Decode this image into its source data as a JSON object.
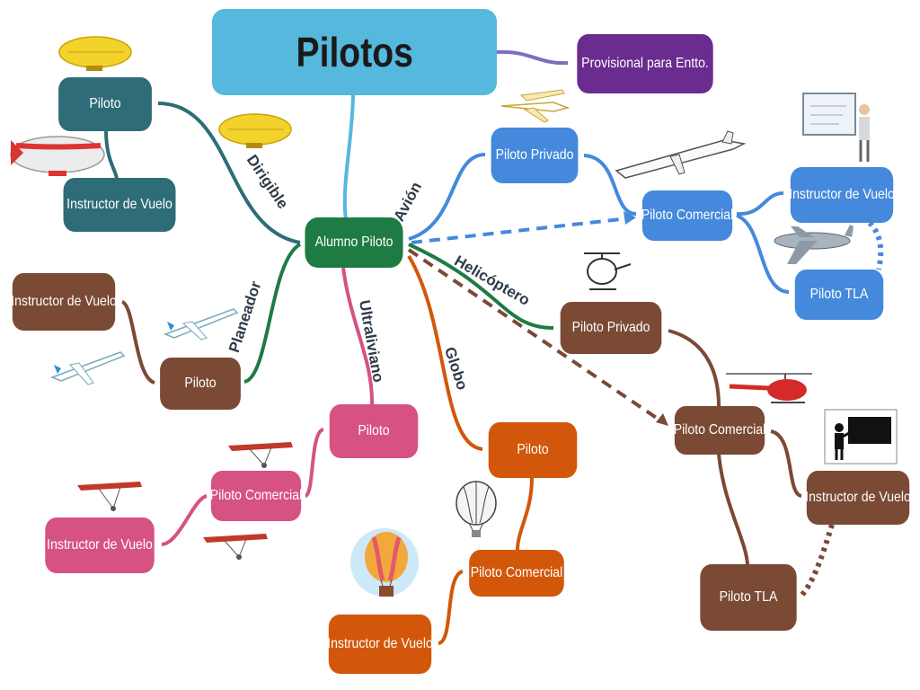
{
  "title": "Pilotos",
  "provisional": "Provisional para Entto.",
  "center": "Alumno Piloto",
  "branches": {
    "dirigible": "Dirigible",
    "avion": "Avión",
    "planeador": "Planeador",
    "ultraliviano": "Ultraliviano",
    "globo": "Globo",
    "helicoptero": "Helicóptero"
  },
  "dirigible": {
    "piloto": "Piloto",
    "instructor": "Instructor de Vuelo"
  },
  "planeador": {
    "instructor": "Instructor de Vuelo",
    "piloto": "Piloto"
  },
  "ultraliviano": {
    "piloto": "Piloto",
    "comercial": "Piloto Comercial",
    "instructor": "Instructor de Vuelo"
  },
  "globo": {
    "piloto": "Piloto",
    "comercial": "Piloto Comercial",
    "instructor": "Instructor de Vuelo"
  },
  "avion": {
    "privado": "Piloto Privado",
    "comercial": "Piloto Comercial",
    "instructor": "Instructor de Vuelo",
    "tla": "Piloto TLA"
  },
  "helicoptero": {
    "privado": "Piloto Privado",
    "comercial": "Piloto Comercial",
    "instructor": "Instructor de Vuelo",
    "tla": "Piloto TLA"
  },
  "colors": {
    "title": "#55b8dc",
    "center": "#1e7b43",
    "provisional": "#6b2c90",
    "dirigible": "#2e6c77",
    "planeador": "#7a4a35",
    "ultraliviano": "#d65283",
    "globo": "#d2570a",
    "avion": "#4489dc",
    "helicoptero": "#7a4a35"
  },
  "icons": [
    "blimp-icon",
    "glider-icon",
    "ultralight-icon",
    "balloon-icon",
    "cartoon-balloon-icon",
    "light-plane-icon",
    "jet-icon",
    "airliner-icon",
    "instructor-board-icon",
    "helicopter-icon",
    "teacher-icon"
  ]
}
